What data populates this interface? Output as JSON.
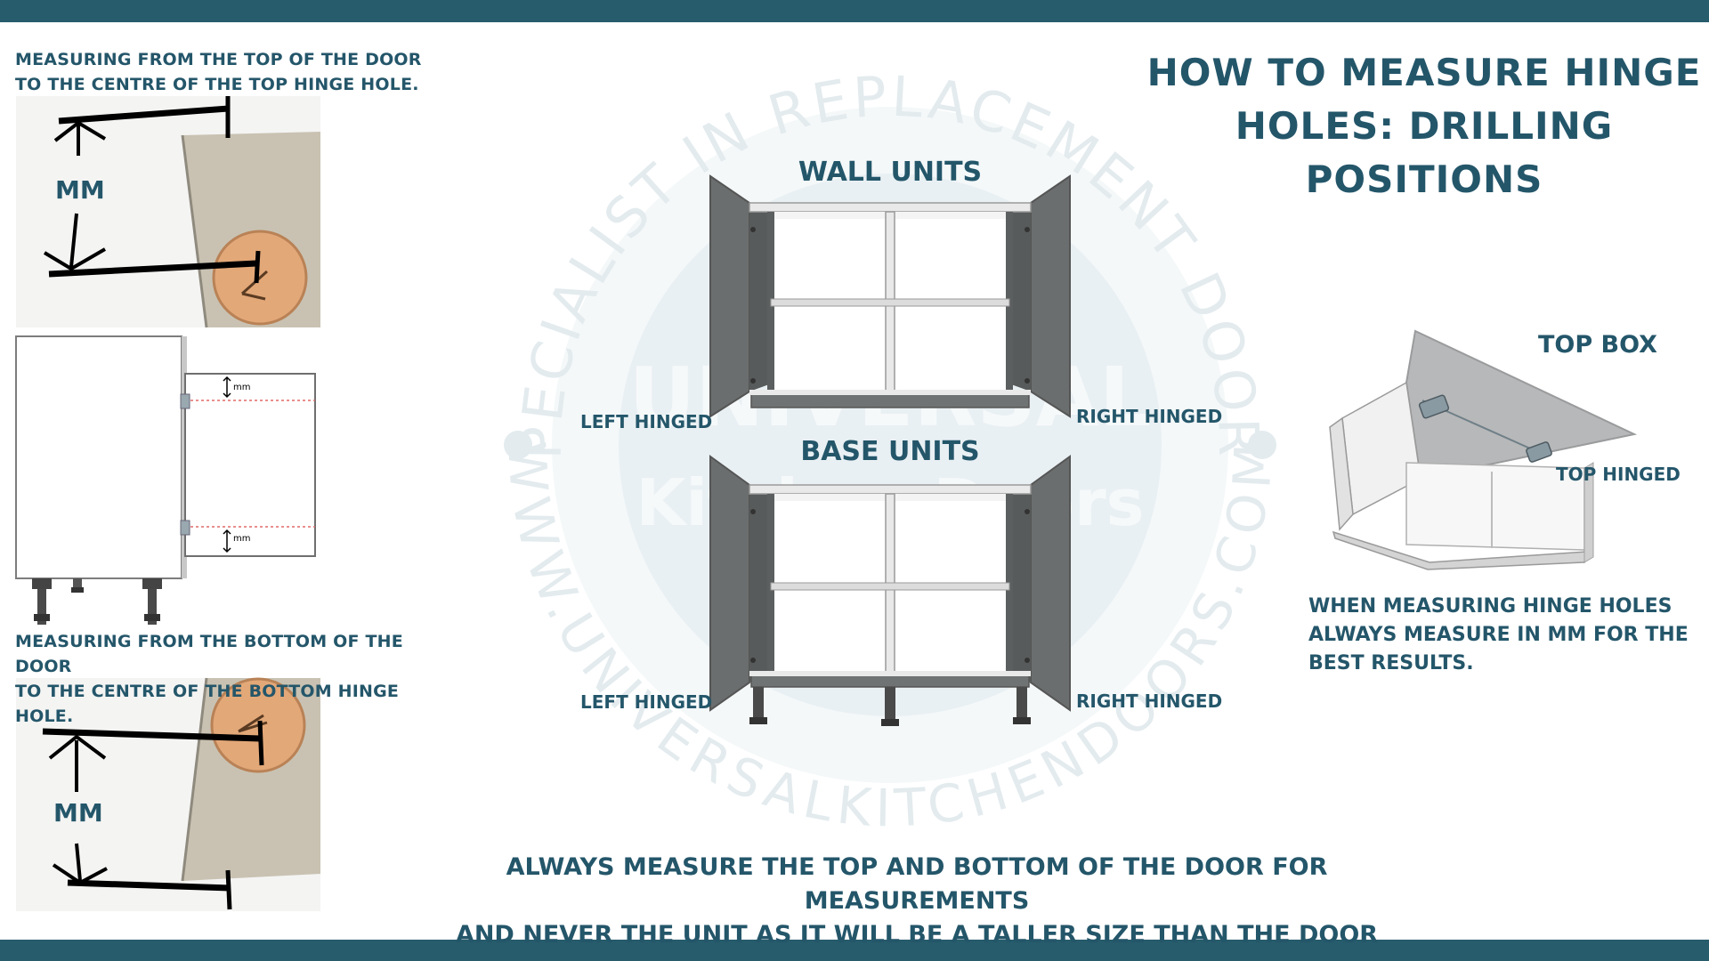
{
  "title": {
    "line1": "HOW TO MEASURE HINGE",
    "line2": "HOLES: DRILLING POSITIONS"
  },
  "watermark": {
    "ring_top": "SPECIALIST IN REPLACEMENT DOORS",
    "ring_bottom": "WWW.UNIVERSALKITCHENDOORS.COM",
    "logo_line1": "UNIVERSAL",
    "logo_line2": "Kitchen Doors"
  },
  "left_panel": {
    "top_caption_line1": "MEASURING FROM THE TOP OF THE DOOR",
    "top_caption_line2": "TO THE CENTRE OF THE TOP HINGE HOLE.",
    "top_mm": "MM",
    "diagram_mm_top": "mm",
    "diagram_mm_bottom": "mm",
    "bottom_caption_line1": "MEASURING FROM THE BOTTOM OF THE DOOR",
    "bottom_caption_line2": "TO THE CENTRE OF THE BOTTOM HINGE HOLE.",
    "bottom_mm": "MM"
  },
  "center": {
    "wall_units": "WALL UNITS",
    "base_units": "BASE UNITS",
    "wall_left": "LEFT HINGED",
    "wall_right": "RIGHT HINGED",
    "base_left": "LEFT HINGED",
    "base_right": "RIGHT HINGED"
  },
  "right_panel": {
    "top_box": "TOP BOX",
    "top_hinged": "TOP HINGED",
    "note_line1": "WHEN MEASURING HINGE HOLES",
    "note_line2": "ALWAYS MEASURE IN MM FOR THE",
    "note_line3": "BEST RESULTS."
  },
  "footer": {
    "line1": "ALWAYS MEASURE THE TOP AND BOTTOM OF THE DOOR FOR MEASUREMENTS",
    "line2": "AND NEVER THE UNIT AS IT WILL BE A TALLER SIZE THAN THE DOOR"
  },
  "colors": {
    "brand_teal": "#275c6c",
    "text_teal": "#24566a",
    "watermark": "#dde8ec",
    "panel_grey": "#6b6e6e",
    "door_beige": "#c9c2b2",
    "hole_orange": "#e3a878"
  }
}
